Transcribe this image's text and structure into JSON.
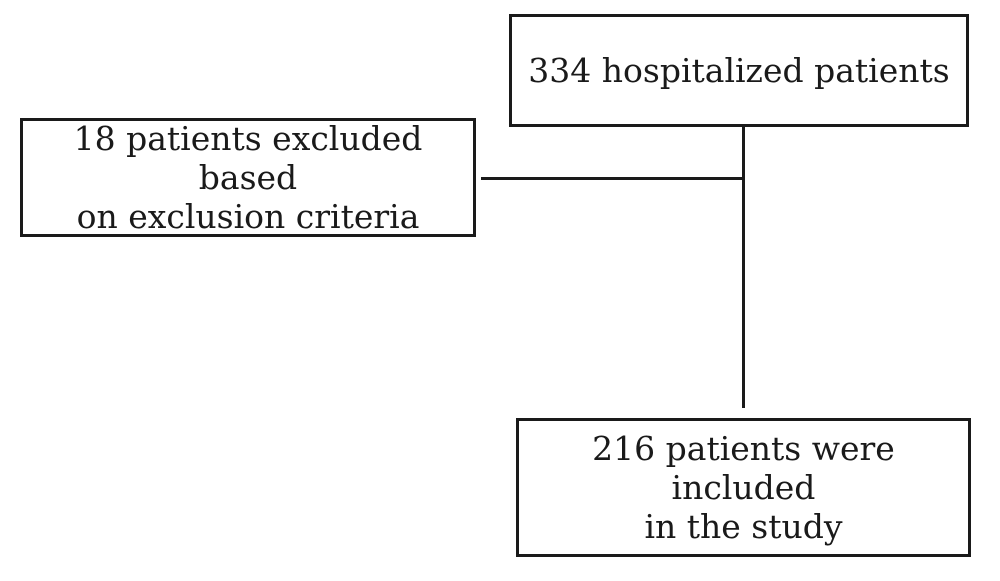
{
  "flowchart": {
    "top_box": {
      "text": "334 hospitalized patients"
    },
    "left_box": {
      "line1": "18 patients excluded based",
      "line2": "on exclusion criteria"
    },
    "bottom_box": {
      "line1": "216 patients were included",
      "line2": "in the study"
    }
  },
  "colors": {
    "stroke": "#1a1a1a",
    "background": "#ffffff"
  }
}
